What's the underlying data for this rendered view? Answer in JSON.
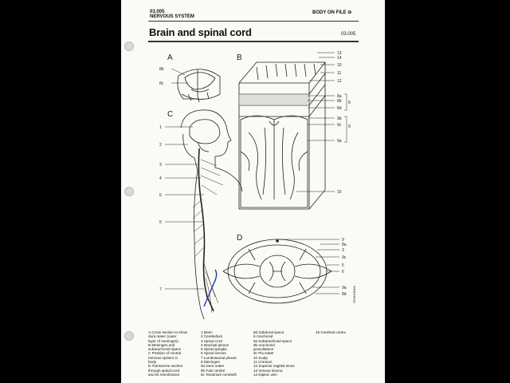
{
  "header": {
    "code": "03.005",
    "section": "NERVOUS SYSTEM",
    "right": "BODY ON FILE",
    "title": "Brain and spinal cord",
    "title_code": "03.005"
  },
  "panels": {
    "a": "A",
    "b": "B",
    "c": "C",
    "d": "D"
  },
  "labels_a": [
    "8b",
    "8c"
  ],
  "labels_c": [
    "1",
    "2",
    "3",
    "4",
    "6",
    "5",
    "7"
  ],
  "labels_b": [
    "13",
    "14",
    "10",
    "11",
    "12",
    "8a",
    "8b",
    "8d",
    "8",
    "9b",
    "9c",
    "9",
    "9a",
    "15"
  ],
  "labels_d": [
    "9",
    "8a",
    "3",
    "9c",
    "5",
    "6",
    "9a",
    "8d"
  ],
  "legend": {
    "col1": [
      "A   Cross section to show",
      "     dura mater (outer",
      "     layer of meninges)",
      "B   Meninges and",
      "     subarachnoid space",
      "C   Position of central",
      "     nervous system in",
      "     body",
      "D   Transverse section",
      "     through spinal cord",
      "     and its membranes"
    ],
    "col2": [
      "1   Brain",
      "2   Cerebellum",
      "3   Spinal cord",
      "4   Brachial plexus",
      "5   Spinal ganglia",
      "6   Spinal nerves",
      "7   Lumbosacral plexus",
      "8   Meninges",
      "8a  Dura mater",
      "8b  Falx cerebri",
      "8c  Tentorium cerebelli"
    ],
    "col3": [
      "8d  Subdural space",
      "9   Arachnoid",
      "9a  Subarachnoid space",
      "9b  Arachnoid",
      "     granulations",
      "9c  Pia mater",
      "10  Scalp",
      "11  Cranium",
      "12  Superior sagittal sinus",
      "13  Venous lacuna",
      "14  Diploic vein"
    ],
    "col4": [
      "15  Cerebral cortex"
    ]
  },
  "copyright": "©DIAGRAM"
}
